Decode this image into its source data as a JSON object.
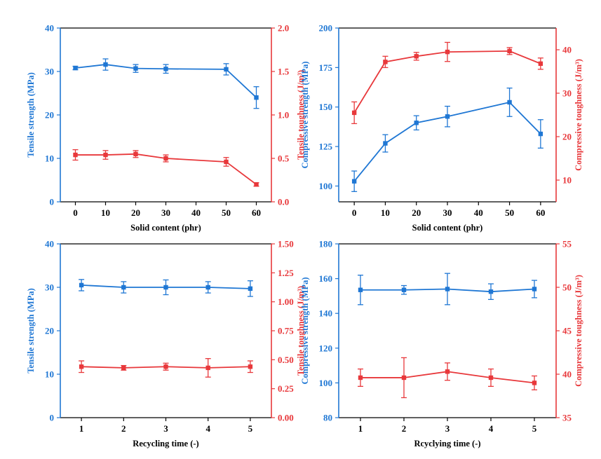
{
  "colors": {
    "blue": "#1f77d4",
    "red": "#e8383b",
    "axis": "#000000"
  },
  "chart_data": [
    {
      "type": "line",
      "xlabel": "Solid content (phr)",
      "x": [
        0,
        10,
        20,
        30,
        50,
        60
      ],
      "xticks": [
        0,
        10,
        20,
        30,
        40,
        50,
        60
      ],
      "xlim": [
        -5,
        65
      ],
      "left_axis": {
        "label": "Tensile  strength (MPa)",
        "ylim": [
          0,
          40
        ],
        "ticks": [
          0,
          10,
          20,
          30,
          40
        ],
        "tick_labels": [
          "0",
          "10",
          "20",
          "30",
          "40"
        ]
      },
      "right_axis": {
        "label": "Tensile toughness (J/m³)",
        "ylim": [
          0,
          2.0
        ],
        "ticks": [
          0,
          0.5,
          1.0,
          1.5,
          2.0
        ],
        "tick_labels": [
          "0.0",
          "0.5",
          "1.0",
          "1.5",
          "2.0"
        ]
      },
      "series": [
        {
          "axis": "left",
          "color": "blue",
          "values": [
            30.8,
            31.6,
            30.7,
            30.6,
            30.5,
            24.0
          ],
          "errors": [
            0.4,
            1.3,
            0.9,
            1.0,
            1.3,
            2.5
          ]
        },
        {
          "axis": "right",
          "color": "red",
          "values": [
            0.54,
            0.54,
            0.55,
            0.5,
            0.46,
            0.2
          ],
          "errors": [
            0.06,
            0.05,
            0.04,
            0.04,
            0.05,
            0.02
          ]
        }
      ]
    },
    {
      "type": "line",
      "xlabel": "Solid content (phr)",
      "x": [
        0,
        10,
        20,
        30,
        50,
        60
      ],
      "xticks": [
        0,
        10,
        20,
        30,
        40,
        50,
        60
      ],
      "xlim": [
        -5,
        65
      ],
      "left_axis": {
        "label": "Compressive strength (MPa)",
        "ylim": [
          90,
          200
        ],
        "ticks": [
          100,
          125,
          150,
          175,
          200
        ],
        "tick_labels": [
          "100",
          "125",
          "150",
          "175",
          "200"
        ]
      },
      "right_axis": {
        "label": "Compressive toughness (J/m³)",
        "ylim": [
          5,
          45
        ],
        "ticks": [
          10,
          20,
          30,
          40
        ],
        "tick_labels": [
          "10",
          "20",
          "30",
          "40"
        ]
      },
      "series": [
        {
          "axis": "left",
          "color": "blue",
          "values": [
            103,
            127,
            140,
            144,
            153,
            133
          ],
          "errors": [
            6.5,
            5.5,
            4.5,
            6.5,
            9.0,
            9.0
          ]
        },
        {
          "axis": "right",
          "color": "red",
          "values": [
            25.5,
            37.2,
            38.5,
            39.5,
            39.7,
            36.8
          ],
          "errors": [
            2.5,
            1.3,
            0.9,
            2.2,
            0.8,
            1.3
          ]
        }
      ]
    },
    {
      "type": "line",
      "xlabel": "Recycling time (-)",
      "x": [
        1,
        2,
        3,
        4,
        5
      ],
      "xticks": [
        1,
        2,
        3,
        4,
        5
      ],
      "xlim": [
        0.5,
        5.5
      ],
      "left_axis": {
        "label": "Tensile  strength (MPa)",
        "ylim": [
          0,
          40
        ],
        "ticks": [
          0,
          10,
          20,
          30,
          40
        ],
        "tick_labels": [
          "0",
          "10",
          "20",
          "30",
          "40"
        ]
      },
      "right_axis": {
        "label": "Tensile toughness (J/m³)",
        "ylim": [
          0,
          1.5
        ],
        "ticks": [
          0,
          0.25,
          0.5,
          0.75,
          1.0,
          1.25,
          1.5
        ],
        "tick_labels": [
          "0.00",
          "0.25",
          "0.50",
          "0.75",
          "1.00",
          "1.25",
          "1.50"
        ]
      },
      "series": [
        {
          "axis": "left",
          "color": "blue",
          "values": [
            30.5,
            30.0,
            30.0,
            30.0,
            29.7
          ],
          "errors": [
            1.3,
            1.3,
            1.7,
            1.3,
            1.8
          ]
        },
        {
          "axis": "right",
          "color": "red",
          "values": [
            0.44,
            0.43,
            0.44,
            0.43,
            0.44
          ],
          "errors": [
            0.05,
            0.02,
            0.03,
            0.08,
            0.05
          ]
        }
      ]
    },
    {
      "type": "line",
      "xlabel": "Rcyclying time (-)",
      "x": [
        1,
        2,
        3,
        4,
        5
      ],
      "xticks": [
        1,
        2,
        3,
        4,
        5
      ],
      "xlim": [
        0.5,
        5.5
      ],
      "left_axis": {
        "label": "Compressive strength (MPa)",
        "ylim": [
          80,
          180
        ],
        "ticks": [
          80,
          100,
          120,
          140,
          160,
          180
        ],
        "tick_labels": [
          "80",
          "100",
          "120",
          "140",
          "160",
          "180"
        ]
      },
      "right_axis": {
        "label": "Compressive toughness (J/m³)",
        "ylim": [
          35,
          55
        ],
        "ticks": [
          35,
          40,
          45,
          50,
          55
        ],
        "tick_labels": [
          "35",
          "40",
          "45",
          "50",
          "55"
        ]
      },
      "series": [
        {
          "axis": "left",
          "color": "blue",
          "values": [
            153.5,
            153.5,
            154,
            152.5,
            154
          ],
          "errors": [
            8.5,
            2.5,
            9.0,
            4.5,
            5.0
          ]
        },
        {
          "axis": "right",
          "color": "red",
          "values": [
            39.6,
            39.6,
            40.3,
            39.6,
            39.0
          ],
          "errors": [
            1.0,
            2.3,
            1.0,
            1.0,
            0.8
          ]
        }
      ]
    }
  ]
}
